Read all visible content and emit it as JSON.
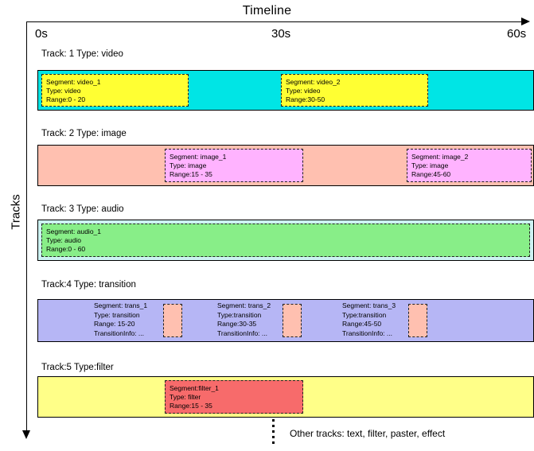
{
  "diagram": {
    "title": "Timeline",
    "y_axis_label": "Tracks",
    "ticks": [
      {
        "label": "0s"
      },
      {
        "label": "30s"
      },
      {
        "label": "60s"
      }
    ],
    "footer_note": "Other tracks: text, filter, paster, effect"
  },
  "colors": {
    "video_lane": "#00e5e5",
    "video_segment": "#ffff33",
    "image_lane": "#ffc0b0",
    "image_segment": "#ffb3ff",
    "audio_lane": "#ccf2f2",
    "audio_segment": "#88ee88",
    "transition_lane": "#b6b6f5",
    "transition_segment": "#ffc0b0",
    "filter_lane": "#ffff88",
    "filter_segment": "#f76b6b",
    "stroke": "#000000"
  },
  "tracks": [
    {
      "label": "Track: 1 Type: video",
      "lane_type": "video",
      "segments": [
        {
          "name": "Segment: video_1",
          "type": "Type: video",
          "range": "Range:0 - 20"
        },
        {
          "name": "Segment: video_2",
          "type": "Type: video",
          "range": "Range:30-50"
        }
      ]
    },
    {
      "label": "Track: 2 Type: image",
      "lane_type": "image",
      "segments": [
        {
          "name": "Segment: image_1",
          "type": "Type: image",
          "range": "Range:15 - 35"
        },
        {
          "name": "Segment: image_2",
          "type": "Type: image",
          "range": "Range:45-60"
        }
      ]
    },
    {
      "label": "Track: 3 Type: audio",
      "lane_type": "audio",
      "segments": [
        {
          "name": "Segment: audio_1",
          "type": "Type: audio",
          "range": "Range:0 - 60"
        }
      ]
    },
    {
      "label": "Track:4 Type: transition",
      "lane_type": "transition",
      "segments": [
        {
          "name": "Segment: trans_1",
          "type": "Type: transition",
          "range": "Range: 15-20",
          "info": "TransitionInfo: ..."
        },
        {
          "name": "Segment: trans_2",
          "type": "Type:transition",
          "range": "Range:30-35",
          "info": "TransitionInfo: ..."
        },
        {
          "name": "Segment: trans_3",
          "type": "Type:transition",
          "range": "Range:45-50",
          "info": "TransitionInfo: ..."
        }
      ]
    },
    {
      "label": "Track:5 Type:filter",
      "lane_type": "filter",
      "segments": [
        {
          "name": "Segment:filter_1",
          "type": "Type: filter",
          "range": "Range:15 - 35"
        }
      ]
    }
  ],
  "chart_data": {
    "type": "timeline",
    "title": "Timeline",
    "xlabel": "Timeline",
    "ylabel": "Tracks",
    "xlim": [
      0,
      60
    ],
    "xticks": [
      0,
      30,
      60
    ],
    "xtick_labels": [
      "0s",
      "30s",
      "60s"
    ],
    "tracks": [
      {
        "index": 1,
        "type": "video",
        "segments": [
          {
            "id": "video_1",
            "type": "video",
            "start": 0,
            "end": 20
          },
          {
            "id": "video_2",
            "type": "video",
            "start": 30,
            "end": 50
          }
        ]
      },
      {
        "index": 2,
        "type": "image",
        "segments": [
          {
            "id": "image_1",
            "type": "image",
            "start": 15,
            "end": 35
          },
          {
            "id": "image_2",
            "type": "image",
            "start": 45,
            "end": 60
          }
        ]
      },
      {
        "index": 3,
        "type": "audio",
        "segments": [
          {
            "id": "audio_1",
            "type": "audio",
            "start": 0,
            "end": 60
          }
        ]
      },
      {
        "index": 4,
        "type": "transition",
        "segments": [
          {
            "id": "trans_1",
            "type": "transition",
            "start": 15,
            "end": 20
          },
          {
            "id": "trans_2",
            "type": "transition",
            "start": 30,
            "end": 35
          },
          {
            "id": "trans_3",
            "type": "transition",
            "start": 45,
            "end": 50
          }
        ]
      },
      {
        "index": 5,
        "type": "filter",
        "segments": [
          {
            "id": "filter_1",
            "type": "filter",
            "start": 15,
            "end": 35
          }
        ]
      }
    ],
    "note": "Other tracks: text, filter, paster, effect"
  }
}
